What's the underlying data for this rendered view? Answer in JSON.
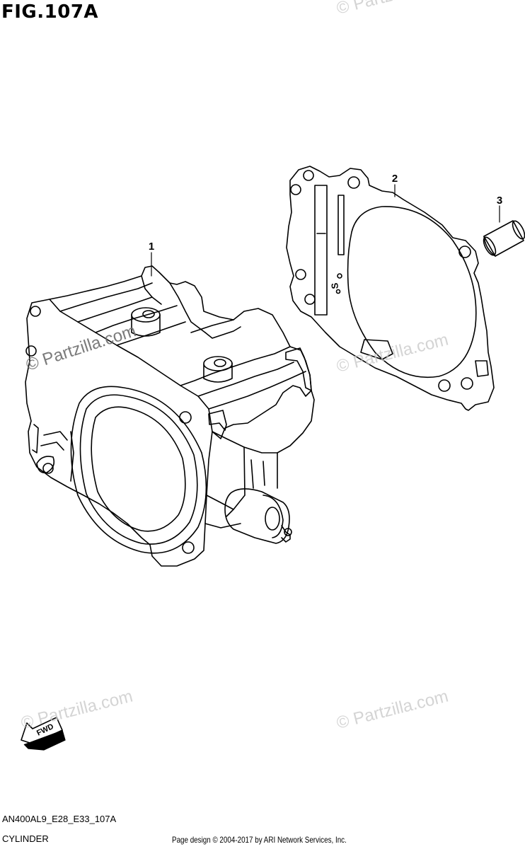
{
  "figure": {
    "title": "FIG.107A",
    "code": "AN400AL9_E28_E33_107A",
    "name": "CYLINDER"
  },
  "callouts": [
    "1",
    "2",
    "3"
  ],
  "fwd_label": "FWD",
  "gasket_mark": "S",
  "watermark": "© Partzilla.com",
  "footer": "Page design © 2004-2017 by ARI Network Services, Inc.",
  "colors": {
    "line": "#000000",
    "watermark": "#c6c6c6",
    "background": "#ffffff"
  }
}
